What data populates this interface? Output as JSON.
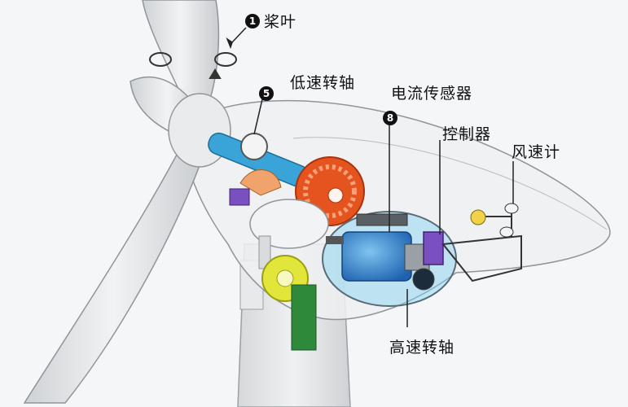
{
  "labels": {
    "blade": "桨叶",
    "low_speed_shaft": "低速转轴",
    "current_sensor": "电流传感器",
    "controller": "控制器",
    "anemometer": "风速计",
    "high_speed_shaft": "高速转轴"
  },
  "badges": {
    "blade": "1",
    "low_speed_shaft": "5",
    "current_sensor": "8"
  },
  "colors": {
    "blade": "#e2e4e6",
    "low_shaft": "#3aa3d8",
    "gear": "#e5531f",
    "generator": "#2f7fd0",
    "yaw_gear": "#e3e63a",
    "motor": "#2e8a3a",
    "controller": "#7a4fc0"
  }
}
